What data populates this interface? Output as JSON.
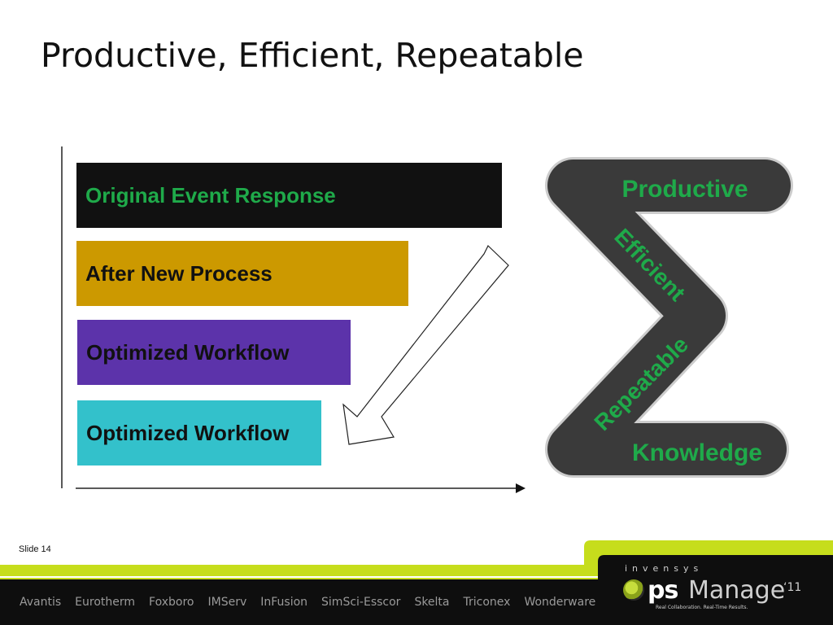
{
  "slide": {
    "title": "Productive, Efficient, Repeatable",
    "number_label": "Slide 14"
  },
  "bars": [
    {
      "label": "Original Event Response",
      "bg": "#111111",
      "text_color": "#1faa4a"
    },
    {
      "label": "After New Process",
      "bg": "#cc9900",
      "text_color": "#111111"
    },
    {
      "label": "Optimized Workflow",
      "bg": "#5c33aa",
      "text_color": "#111111"
    },
    {
      "label": "Optimized Workflow",
      "bg": "#33c1cb",
      "text_color": "#111111"
    }
  ],
  "sigma": {
    "productive": "Productive",
    "efficient": "Efficient",
    "repeatable": "Repeatable",
    "knowledge": "Knowledge",
    "shape_color": "#3a3a3a",
    "text_color": "#1faa4a"
  },
  "footer": {
    "brands": [
      "Avantis",
      "Eurotherm",
      "Foxboro",
      "IMServ",
      "InFusion",
      "SimSci-Esscor",
      "Skelta",
      "Triconex",
      "Wonderware"
    ],
    "company": "invensys",
    "logo_ops": "ps",
    "logo_manage": "Manage",
    "logo_year": "‘11",
    "logo_tagline": "Real Collaboration. Real-Time Results.",
    "accent_color": "#c6dd1c",
    "dark_color": "#0e0e0e"
  }
}
